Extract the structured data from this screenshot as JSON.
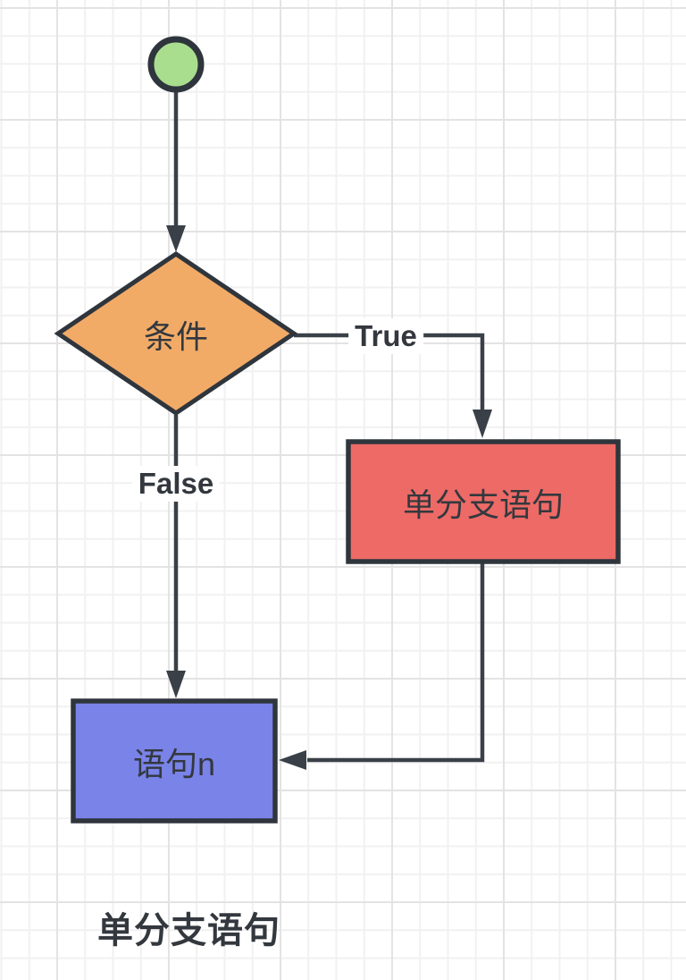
{
  "canvas": {
    "title": "单分支语句"
  },
  "colors": {
    "background": "#ffffff",
    "grid_minor": "#f1f1f1",
    "grid_major": "#e3e3e3",
    "stroke": "#2f353c",
    "connector": "#3a4047",
    "text_dark": "#33383e",
    "start_fill": "#a9de8f",
    "condition_fill": "#f2ab67",
    "branch_fill": "#ed6a66",
    "statement_fill": "#7a83e8"
  },
  "nodes": {
    "start": {
      "shape": "circle",
      "label": ""
    },
    "condition": {
      "shape": "diamond",
      "label": "条件"
    },
    "branch": {
      "shape": "rectangle",
      "label": "单分支语句"
    },
    "statement": {
      "shape": "rectangle",
      "label": "语句n"
    }
  },
  "edges": {
    "true": {
      "label": "True"
    },
    "false": {
      "label": "False"
    }
  }
}
